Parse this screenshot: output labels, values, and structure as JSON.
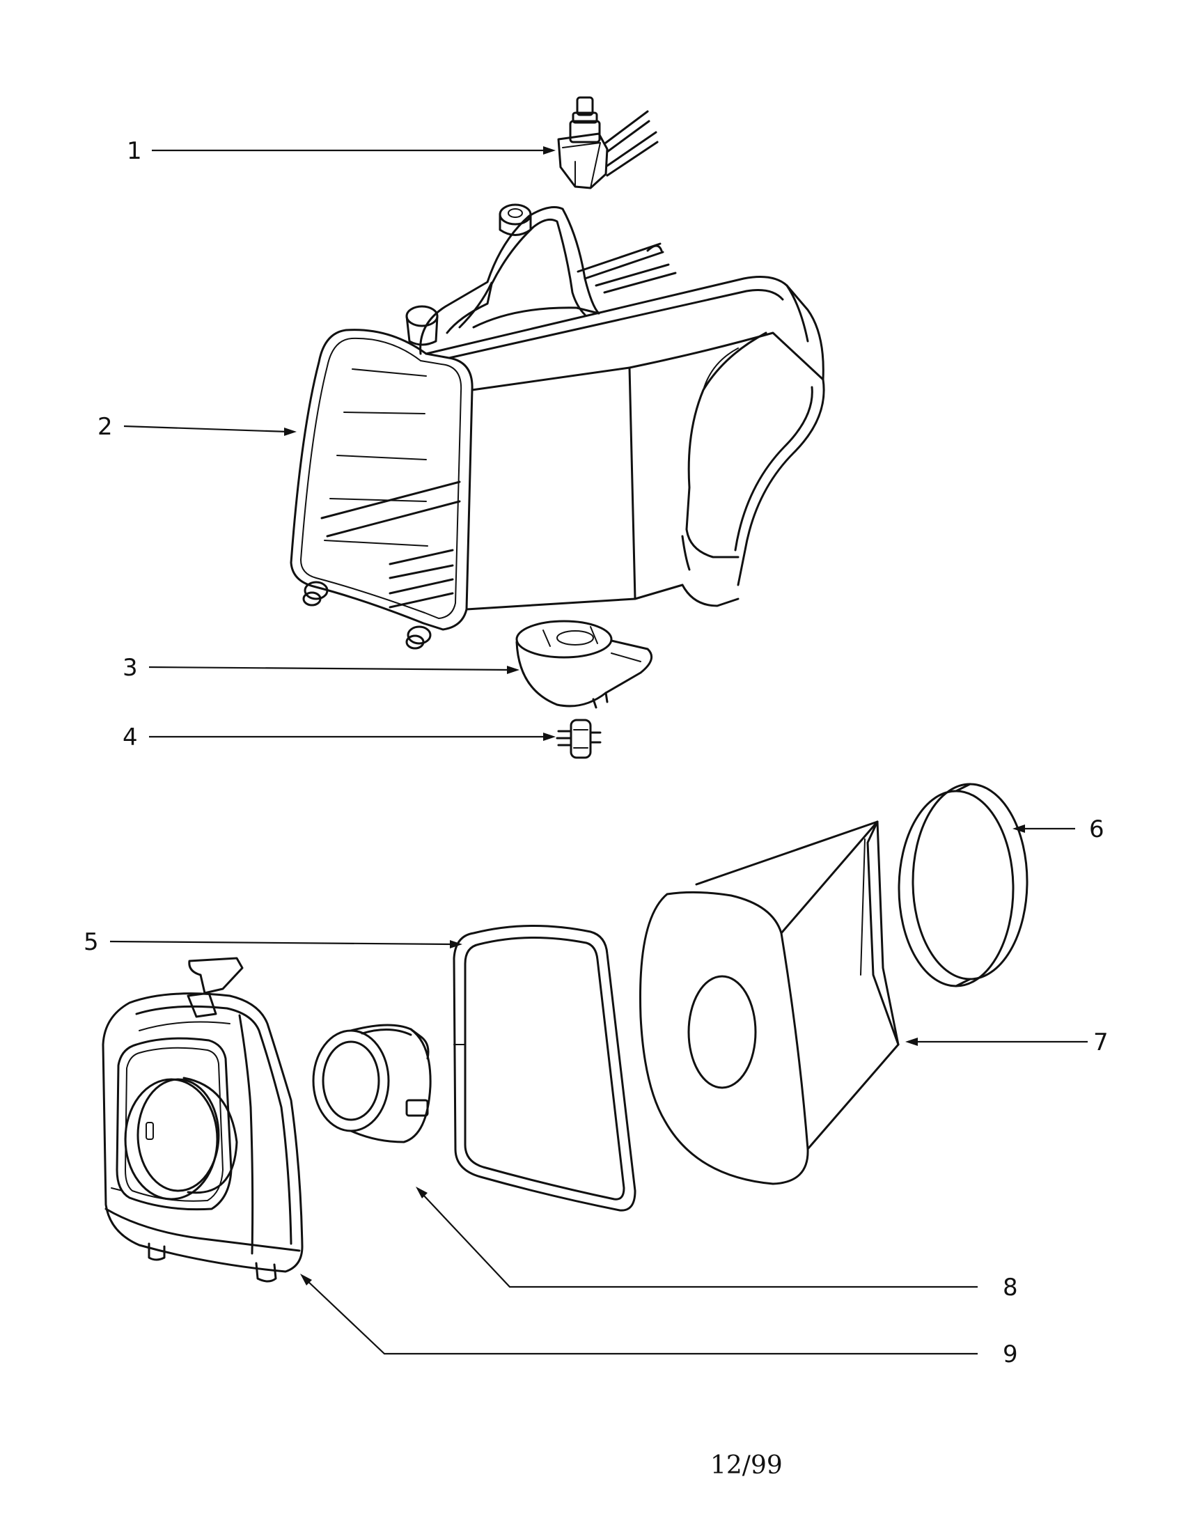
{
  "callouts": [
    "1",
    "2",
    "3",
    "4",
    "5",
    "6",
    "7",
    "8",
    "9"
  ],
  "footer": {
    "date": "12/99"
  }
}
